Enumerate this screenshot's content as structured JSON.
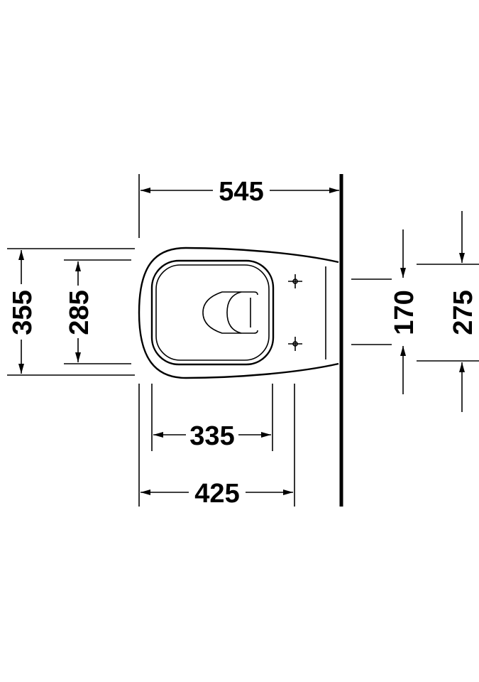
{
  "drawing": {
    "title": "Wall-mounted toilet top view dimensions",
    "dimensions": {
      "length_total": "545",
      "width_total": "355",
      "seat_width": "285",
      "seat_length": "335",
      "bowl_length": "425",
      "fixing_spacing": "170",
      "outer_spacing": "275"
    },
    "line_color": "#000000",
    "background": "#ffffff"
  }
}
